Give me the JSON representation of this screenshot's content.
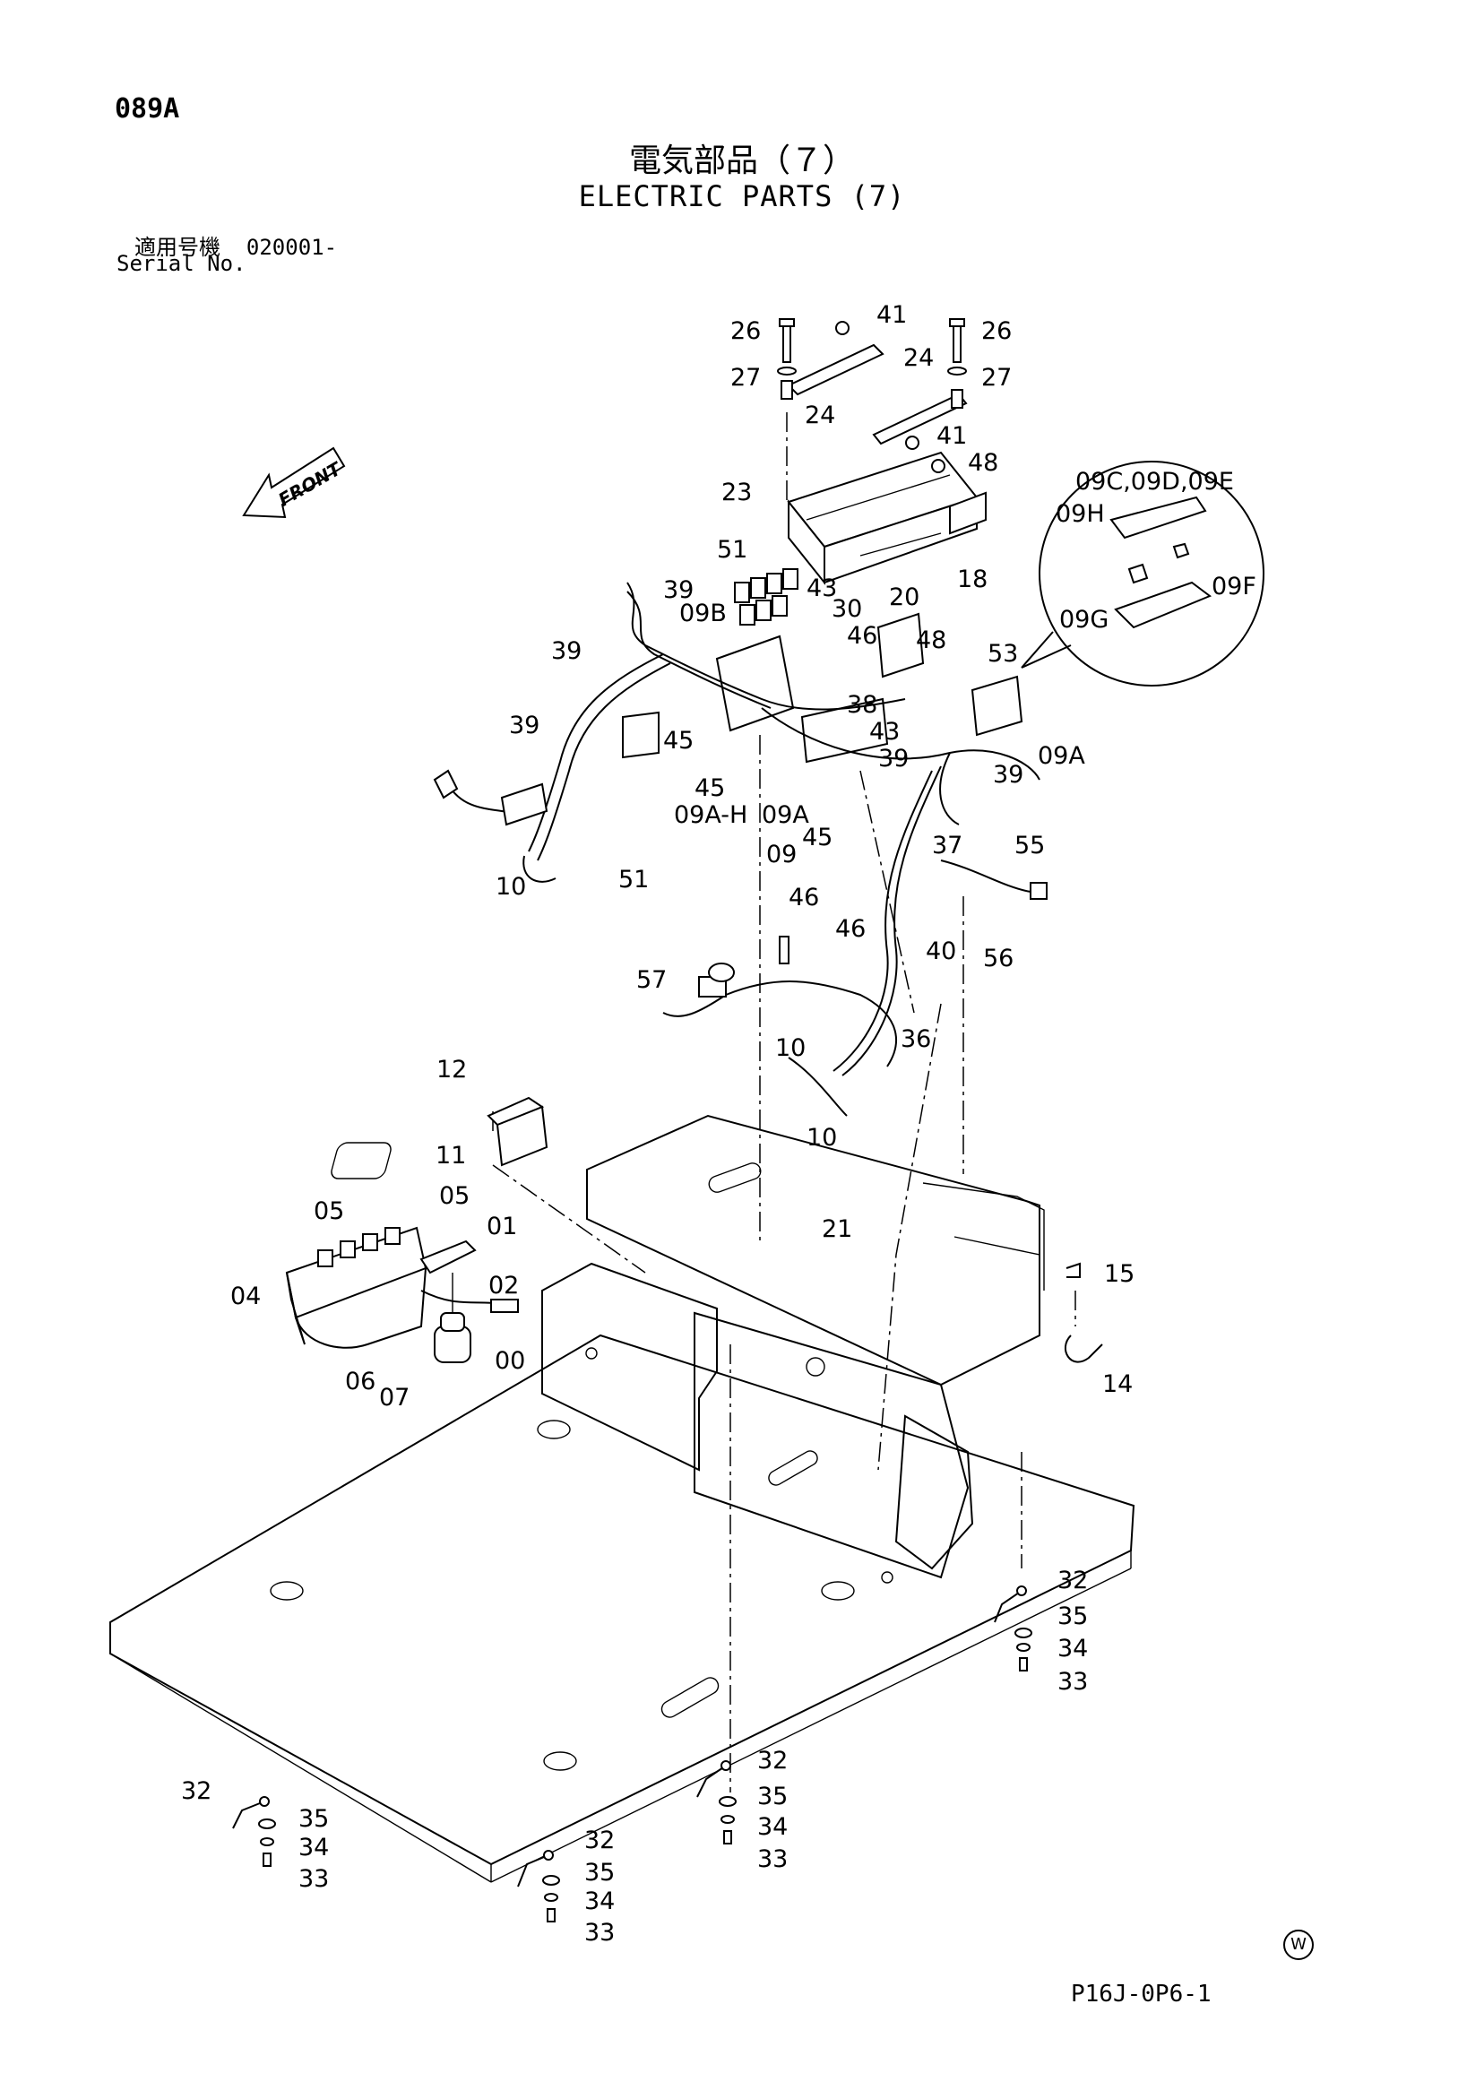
{
  "header": {
    "page_code": "089A",
    "title_jp": "電気部品（７）",
    "title_en": "ELECTRIC PARTS (7)",
    "serial_label_jp": "適用号機",
    "serial_value": "020001-",
    "serial_label_en": "Serial No."
  },
  "front_indicator": "FRONT",
  "callouts": [
    {
      "id": "c26a",
      "text": "26"
    },
    {
      "id": "c41a",
      "text": "41"
    },
    {
      "id": "c26b",
      "text": "26"
    },
    {
      "id": "c27a",
      "text": "27"
    },
    {
      "id": "c24a",
      "text": "24"
    },
    {
      "id": "c27b",
      "text": "27"
    },
    {
      "id": "c24b",
      "text": "24"
    },
    {
      "id": "c41b",
      "text": "41"
    },
    {
      "id": "c48a",
      "text": "48"
    },
    {
      "id": "c23",
      "text": "23"
    },
    {
      "id": "c18",
      "text": "18"
    },
    {
      "id": "c09cde",
      "text": "09C,09D,09E"
    },
    {
      "id": "c09h",
      "text": "09H"
    },
    {
      "id": "c09f",
      "text": "09F"
    },
    {
      "id": "c09g",
      "text": "09G"
    },
    {
      "id": "c51a",
      "text": "51"
    },
    {
      "id": "c43a",
      "text": "43"
    },
    {
      "id": "c39a",
      "text": "39"
    },
    {
      "id": "c09b",
      "text": "09B"
    },
    {
      "id": "c30",
      "text": "30"
    },
    {
      "id": "c20",
      "text": "20"
    },
    {
      "id": "c46a",
      "text": "46"
    },
    {
      "id": "c48b",
      "text": "48"
    },
    {
      "id": "c53",
      "text": "53"
    },
    {
      "id": "c39b",
      "text": "39"
    },
    {
      "id": "c38",
      "text": "38"
    },
    {
      "id": "c39c",
      "text": "39"
    },
    {
      "id": "c45a",
      "text": "45"
    },
    {
      "id": "c43b",
      "text": "43"
    },
    {
      "id": "c09a1",
      "text": "09A"
    },
    {
      "id": "c39d",
      "text": "39"
    },
    {
      "id": "c39e",
      "text": "39"
    },
    {
      "id": "c45b",
      "text": "45"
    },
    {
      "id": "c09ah",
      "text": "09A-H"
    },
    {
      "id": "c09a2",
      "text": "09A"
    },
    {
      "id": "c45c",
      "text": "45"
    },
    {
      "id": "c37",
      "text": "37"
    },
    {
      "id": "c09",
      "text": "09"
    },
    {
      "id": "c55",
      "text": "55"
    },
    {
      "id": "c51b",
      "text": "51"
    },
    {
      "id": "c46b",
      "text": "46"
    },
    {
      "id": "c10a",
      "text": "10"
    },
    {
      "id": "c56",
      "text": "56"
    },
    {
      "id": "c46c",
      "text": "46"
    },
    {
      "id": "c40",
      "text": "40"
    },
    {
      "id": "c57",
      "text": "57"
    },
    {
      "id": "c36",
      "text": "36"
    },
    {
      "id": "c10b",
      "text": "10"
    },
    {
      "id": "c12",
      "text": "12"
    },
    {
      "id": "c10c",
      "text": "10"
    },
    {
      "id": "c11",
      "text": "11"
    },
    {
      "id": "c21",
      "text": "21"
    },
    {
      "id": "c05a",
      "text": "05"
    },
    {
      "id": "c05b",
      "text": "05"
    },
    {
      "id": "c01",
      "text": "01"
    },
    {
      "id": "c02",
      "text": "02"
    },
    {
      "id": "c15",
      "text": "15"
    },
    {
      "id": "c04",
      "text": "04"
    },
    {
      "id": "c00",
      "text": "00"
    },
    {
      "id": "c14",
      "text": "14"
    },
    {
      "id": "c06",
      "text": "06"
    },
    {
      "id": "c07",
      "text": "07"
    },
    {
      "id": "c32a",
      "text": "32"
    },
    {
      "id": "c35a",
      "text": "35"
    },
    {
      "id": "c34a",
      "text": "34"
    },
    {
      "id": "c33a",
      "text": "33"
    },
    {
      "id": "c32b",
      "text": "32"
    },
    {
      "id": "c35b",
      "text": "35"
    },
    {
      "id": "c34b",
      "text": "34"
    },
    {
      "id": "c33b",
      "text": "33"
    },
    {
      "id": "c32c",
      "text": "32"
    },
    {
      "id": "c35c",
      "text": "35"
    },
    {
      "id": "c34c",
      "text": "34"
    },
    {
      "id": "c33c",
      "text": "33"
    },
    {
      "id": "c32d",
      "text": "32"
    },
    {
      "id": "c35d",
      "text": "35"
    },
    {
      "id": "c34d",
      "text": "34"
    },
    {
      "id": "c33d",
      "text": "33"
    }
  ],
  "watermark_symbol": "W",
  "figure_code": "P16J-0P6-1"
}
